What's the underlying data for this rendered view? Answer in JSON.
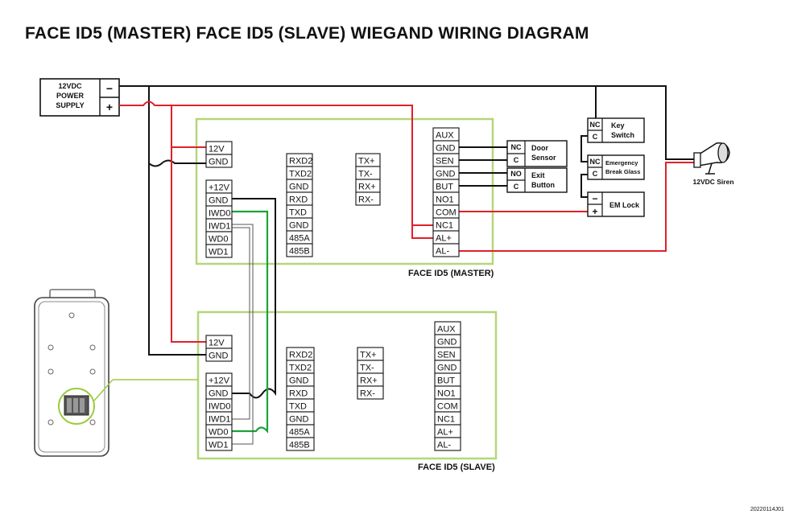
{
  "title": "FACE ID5 (MASTER) FACE ID5 (SLAVE) WIEGAND WIRING DIAGRAM",
  "power_supply": {
    "line1": "12VDC",
    "line2": "POWER",
    "line3": "SUPPLY",
    "minus": "−",
    "plus": "+"
  },
  "master": {
    "label": "FACE ID5 (MASTER)",
    "power_terms": [
      "12V",
      "GND"
    ],
    "wiegand_terms": [
      "+12V",
      "GND",
      "IWD0",
      "IWD1",
      "WD0",
      "WD1"
    ],
    "serial_terms": [
      "RXD2",
      "TXD2",
      "GND",
      "RXD",
      "TXD",
      "GND",
      "485A",
      "485B"
    ],
    "net_terms": [
      "TX+",
      "TX-",
      "RX+",
      "RX-"
    ],
    "io_terms": [
      "AUX",
      "GND",
      "SEN",
      "GND",
      "BUT",
      "NO1",
      "COM",
      "NC1",
      "AL+",
      "AL-"
    ]
  },
  "slave": {
    "label": "FACE ID5 (SLAVE)",
    "power_terms": [
      "12V",
      "GND"
    ],
    "wiegand_terms": [
      "+12V",
      "GND",
      "IWD0",
      "IWD1",
      "WD0",
      "WD1"
    ],
    "serial_terms": [
      "RXD2",
      "TXD2",
      "GND",
      "RXD",
      "TXD",
      "GND",
      "485A",
      "485B"
    ],
    "net_terms": [
      "TX+",
      "TX-",
      "RX+",
      "RX-"
    ],
    "io_terms": [
      "AUX",
      "GND",
      "SEN",
      "GND",
      "BUT",
      "NO1",
      "COM",
      "NC1",
      "AL+",
      "AL-"
    ]
  },
  "devices": {
    "door_sensor": {
      "nc": "NC",
      "c": "C",
      "line1": "Door",
      "line2": "Sensor"
    },
    "exit_button": {
      "no": "NO",
      "c": "C",
      "line1": "Exit",
      "line2": "Button"
    },
    "key_switch": {
      "nc": "NC",
      "c": "C",
      "line1": "Key",
      "line2": "Switch"
    },
    "emergency_break_glass": {
      "nc": "NC",
      "c": "C",
      "line1": "Emergency",
      "line2": "Break Glass"
    },
    "em_lock": {
      "minus": "−",
      "plus": "+",
      "label": "EM Lock"
    },
    "siren": {
      "label": "12VDC Siren"
    }
  },
  "stamp": "20220114J01",
  "colors": {
    "wire_black": "#111111",
    "wire_red": "#e0202a",
    "wire_green": "#1aa33a",
    "panel_border": "#b5d67a"
  }
}
